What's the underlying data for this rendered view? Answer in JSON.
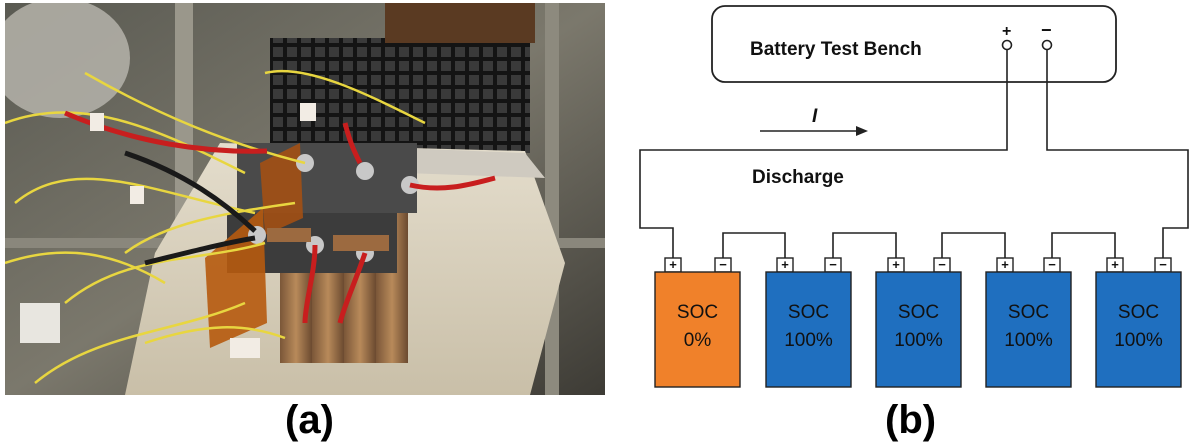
{
  "figure": {
    "panel_a": {
      "label": "(a)"
    },
    "panel_b": {
      "label": "(b)",
      "bench_label": "Battery Test Bench",
      "terminal_plus": "+",
      "terminal_minus": "−",
      "current_symbol": "I",
      "mode_label": "Discharge",
      "cells": [
        {
          "soc_label": "SOC",
          "soc_value": "0%",
          "color": "#f0812a"
        },
        {
          "soc_label": "SOC",
          "soc_value": "100%",
          "color": "#1f6fbf"
        },
        {
          "soc_label": "SOC",
          "soc_value": "100%",
          "color": "#1f6fbf"
        },
        {
          "soc_label": "SOC",
          "soc_value": "100%",
          "color": "#1f6fbf"
        },
        {
          "soc_label": "SOC",
          "soc_value": "100%",
          "color": "#1f6fbf"
        }
      ],
      "cell_plus": "+",
      "cell_minus": "−"
    }
  }
}
